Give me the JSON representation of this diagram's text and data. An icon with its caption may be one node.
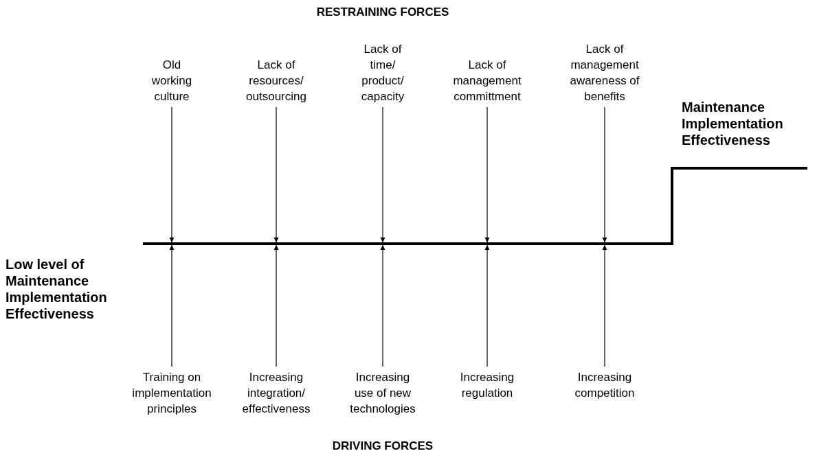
{
  "diagram": {
    "nodes": [
      {
        "text": [
          "Old working culture"
        ]
      },
      {
        "text": [
          "Lack of resources/ outsourcing"
        ]
      },
      {
        "text": [
          "Lack of time/ product/ capacity"
        ]
      },
      {
        "text": [
          "Lack of management committment"
        ]
      },
      {
        "text": [
          "Lack of management awareness of benefits"
        ]
      },
      {
        "text": [],
        "shape": "bar"
      },
      {
        "text": [
          "Training on implementation principles"
        ]
      },
      {
        "text": [
          "Increasing integration/ effectiveness"
        ]
      },
      {
        "text": [
          "Increasing use of new technologies"
        ]
      },
      {
        "text": [
          "Increasing regulation"
        ]
      },
      {
        "text": [
          "Increasing competition"
        ]
      }
    ],
    "edges": [
      {
        "from": 0,
        "to": 5,
        "arrow": "to"
      },
      {
        "from": 1,
        "to": 5,
        "arrow": "to"
      },
      {
        "from": 2,
        "to": 5,
        "arrow": "to"
      },
      {
        "from": 3,
        "to": 5,
        "arrow": "to"
      },
      {
        "from": 4,
        "to": 5,
        "arrow": "to"
      },
      {
        "from": 6,
        "to": 5,
        "arrow": "to"
      },
      {
        "from": 7,
        "to": 5,
        "arrow": "to"
      },
      {
        "from": 8,
        "to": 5,
        "arrow": "to"
      },
      {
        "from": 9,
        "to": 5,
        "arrow": "to"
      },
      {
        "from": 10,
        "to": 5,
        "arrow": "to"
      }
    ],
    "labels": [
      "RESTRAINING FORCES",
      "Maintenance Implementation Effectiveness",
      "Low level of Maintenance Implementation Effectiveness",
      "DRIVING FORCES"
    ]
  }
}
